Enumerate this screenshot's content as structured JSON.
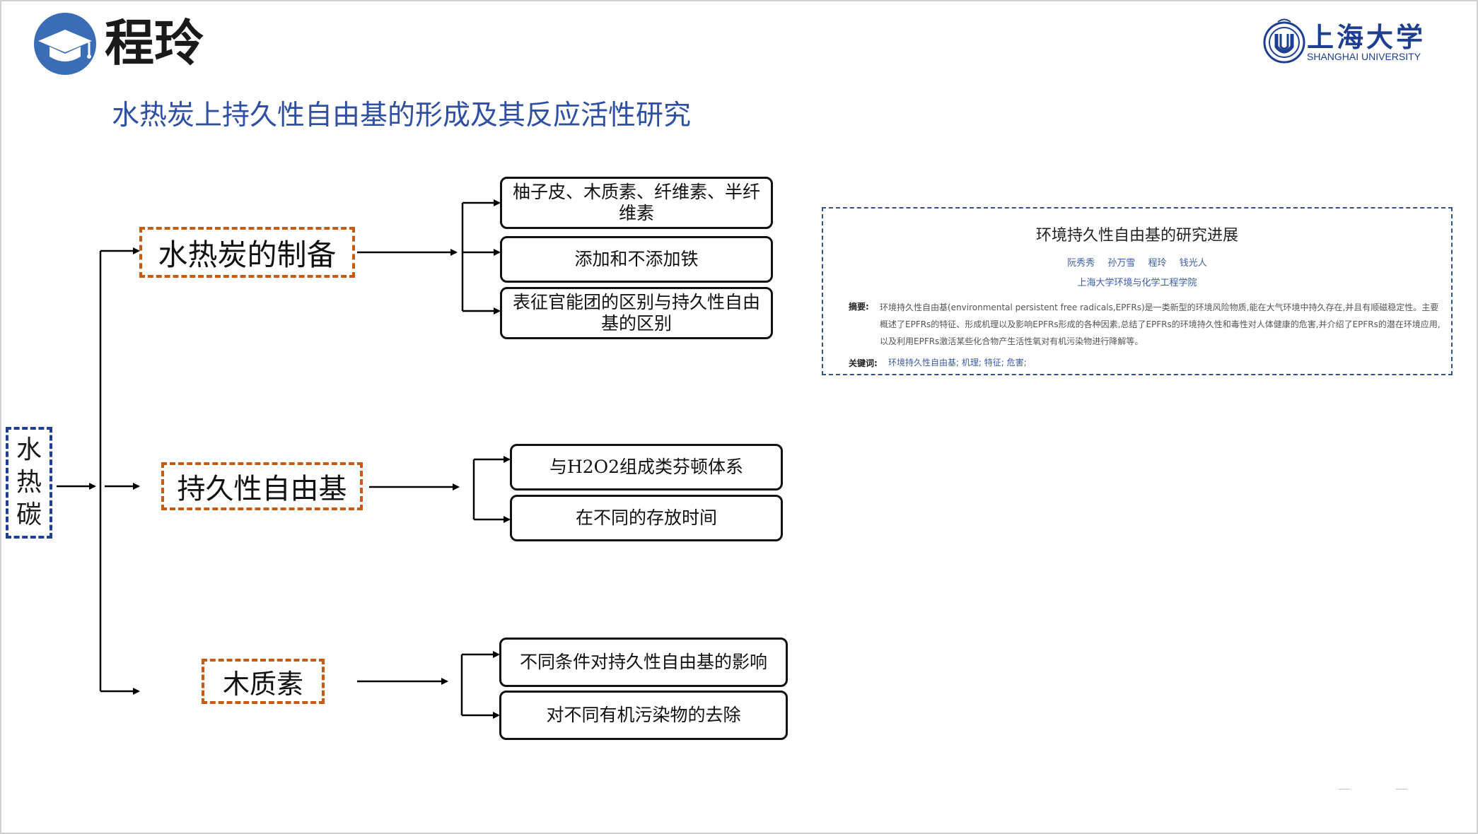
{
  "header": {
    "author": "程玲",
    "title": "水热炭上持久性自由基的形成及其反应活性研究",
    "university_cn": "上海大学",
    "university_en": "SHANGHAI UNIVERSITY"
  },
  "diagram": {
    "root": {
      "chars": [
        "水",
        "热",
        "碳"
      ]
    },
    "categories": [
      {
        "label": "水热炭的制备"
      },
      {
        "label": "持久性自由基"
      },
      {
        "label": "木质素"
      }
    ],
    "leaves": [
      {
        "label": "柚子皮、木质素、纤维素、半纤维素"
      },
      {
        "label": "添加和不添加铁"
      },
      {
        "label": "表征官能团的区别与持久性自由基的区别"
      },
      {
        "label": "与H2O2组成类芬顿体系"
      },
      {
        "label": "在不同的存放时间"
      },
      {
        "label": "不同条件对持久性自由基的影响"
      },
      {
        "label": "对不同有机污染物的去除"
      }
    ]
  },
  "paper": {
    "title": "环境持久性自由基的研究进展",
    "authors": "阮秀秀 孙万雪 程玲 钱光人",
    "affiliation": "上海大学环境与化学工程学院",
    "abstract_label": "摘要:",
    "abstract": "环境持久性自由基(environmental persistent free radicals,EPFRs)是一类新型的环境风险物质,能在大气环境中持久存在,并且有顺磁稳定性。主要概述了EPFRs的特征、形成机理以及影响EPFRs形成的各种因素,总结了EPFRs的环境持久性和毒性对人体健康的危害,并介绍了EPFRs的潜在环境应用,以及利用EPFRs激活某些化合物产生活性氧对有机污染物进行降解等。",
    "keywords_label": "关键词:",
    "keywords": "环境持久性自由基; 机理; 特征; 危害;"
  },
  "colors": {
    "title_blue": "#2f4fa0",
    "badge_blue": "#3a6db5",
    "root_border": "#1f3f94",
    "category_border": "#c55a11",
    "university_blue": "#1e3e92"
  },
  "icons": {
    "author_badge": "graduation-cap-icon",
    "university": "shu-emblem-icon"
  }
}
